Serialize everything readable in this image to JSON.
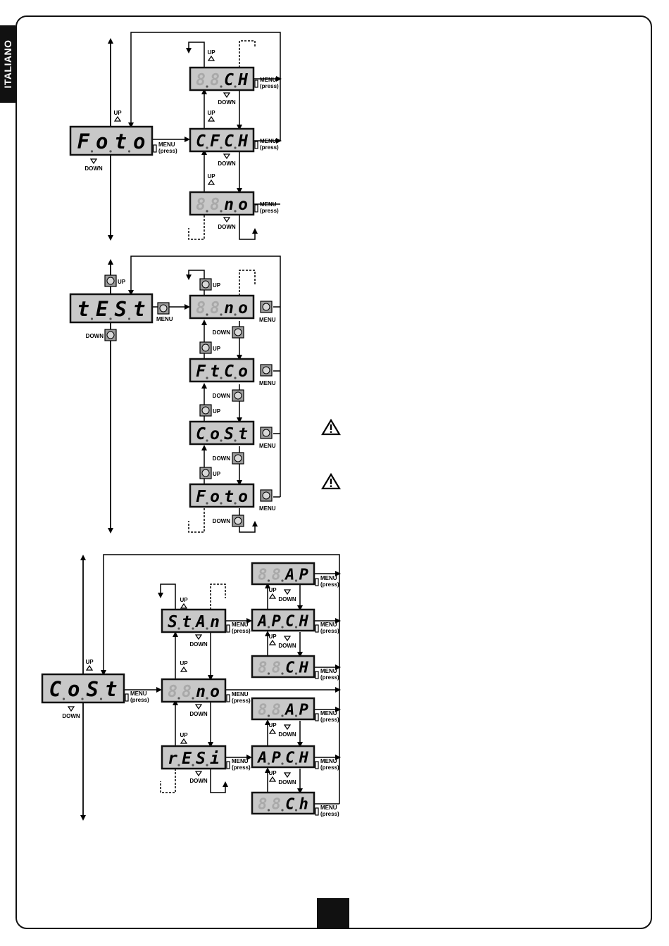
{
  "language_tab": "ITALIANO",
  "labels": {
    "up": "UP",
    "down": "DOWN",
    "menu": "MENU",
    "press": "(press)"
  },
  "diagrams": [
    {
      "name": "foto-menu",
      "main_display": "Foto",
      "options": [
        "CH",
        "CFCH",
        "no"
      ]
    },
    {
      "name": "test-menu",
      "main_display": "tESt",
      "options": [
        "no",
        "FtCo",
        "CoSt",
        "Foto"
      ]
    },
    {
      "name": "cost-menu",
      "main_display": "CoSt",
      "options": [
        "StAn",
        "no",
        "rESi"
      ],
      "sub_options": {
        "StAn": [
          "AP",
          "APCH",
          "CH"
        ],
        "rESi": [
          "AP",
          "APCH",
          "Ch"
        ]
      }
    }
  ],
  "warning_icons": [
    "warning-icon",
    "warning-icon"
  ],
  "colors": {
    "display_bg": "#c8c8c8",
    "display_border": "#111111",
    "button_bg": "#9a9a9a",
    "ink": "#000000"
  }
}
